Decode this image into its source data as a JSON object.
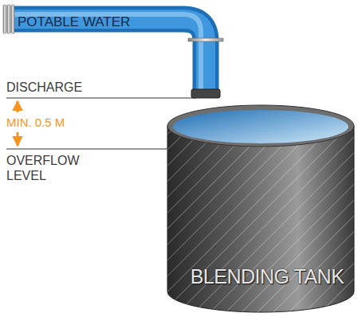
{
  "diagram": {
    "nodes": [
      {
        "text": [
          "POTABLE WATER"
        ]
      },
      {
        "text": [
          "BLENDING TANK"
        ]
      }
    ],
    "labels": [
      "DISCHARGE",
      "MIN. 0.5 M",
      "OVERFLOW LEVEL"
    ]
  }
}
